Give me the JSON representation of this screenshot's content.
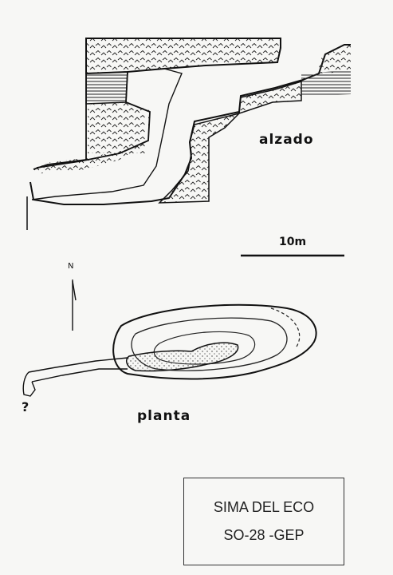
{
  "labels": {
    "elevation": "alzado",
    "plan": "planta",
    "scale": "10m",
    "north": "N",
    "unknown": "?"
  },
  "title_block": {
    "name": "SIMA DEL ECO",
    "code": "SO-28 -GEP"
  },
  "colors": {
    "ink": "#1a1a1a",
    "paper": "#f7f7f5"
  }
}
